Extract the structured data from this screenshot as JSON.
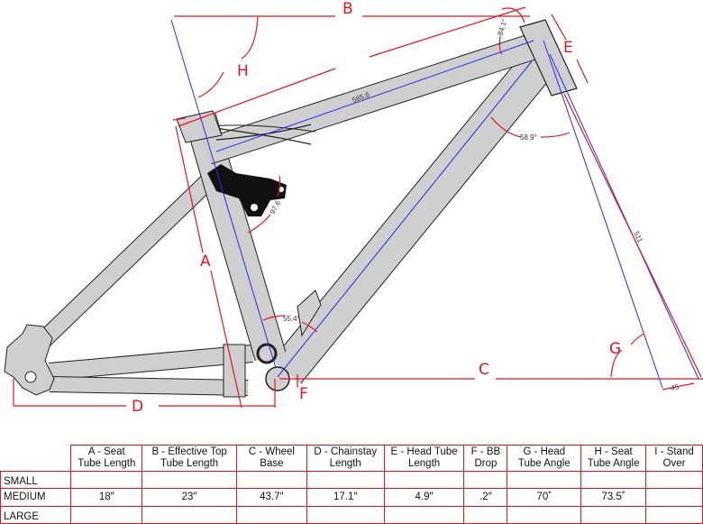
{
  "diagram": {
    "letters": {
      "A": "A",
      "B": "B",
      "C": "C",
      "D": "D",
      "E": "E",
      "F": "F",
      "G": "G",
      "H": "H"
    },
    "measurements": {
      "top_tube_mm": "565.6",
      "head_angle_top": "84.1°",
      "head_downtube_angle": "58.9°",
      "link_angle": "97.6",
      "seat_downtube_angle": "55.4°",
      "fork_length": "511",
      "fork_offset": "45"
    },
    "colors": {
      "dimension": "#e8141b",
      "centerline": "#2a2af0",
      "tube": "#cfcfcf"
    }
  },
  "table": {
    "headers": [
      [
        "A - Seat",
        "Tube Length"
      ],
      [
        "B - Effective Top",
        "Tube Length"
      ],
      [
        "C - Wheel",
        "Base"
      ],
      [
        "D - Chainstay",
        "Length"
      ],
      [
        "E - Head Tube",
        "Length"
      ],
      [
        "F - BB",
        "Drop"
      ],
      [
        "G - Head",
        "Tube Angle"
      ],
      [
        "H - Seat",
        "Tube Angle"
      ],
      [
        "I - Stand",
        "Over"
      ]
    ],
    "rows": [
      {
        "size": "SMALL",
        "values": [
          "",
          "",
          "",
          "",
          "",
          "",
          "",
          "",
          ""
        ]
      },
      {
        "size": "MEDIUM",
        "values": [
          "18″",
          "23″",
          "43.7″",
          "17.1″",
          "4.9″",
          ".2″",
          "70˚",
          "73.5˚",
          ""
        ]
      },
      {
        "size": "LARGE",
        "values": [
          "",
          "",
          "",
          "",
          "",
          "",
          "",
          "",
          ""
        ]
      }
    ]
  }
}
